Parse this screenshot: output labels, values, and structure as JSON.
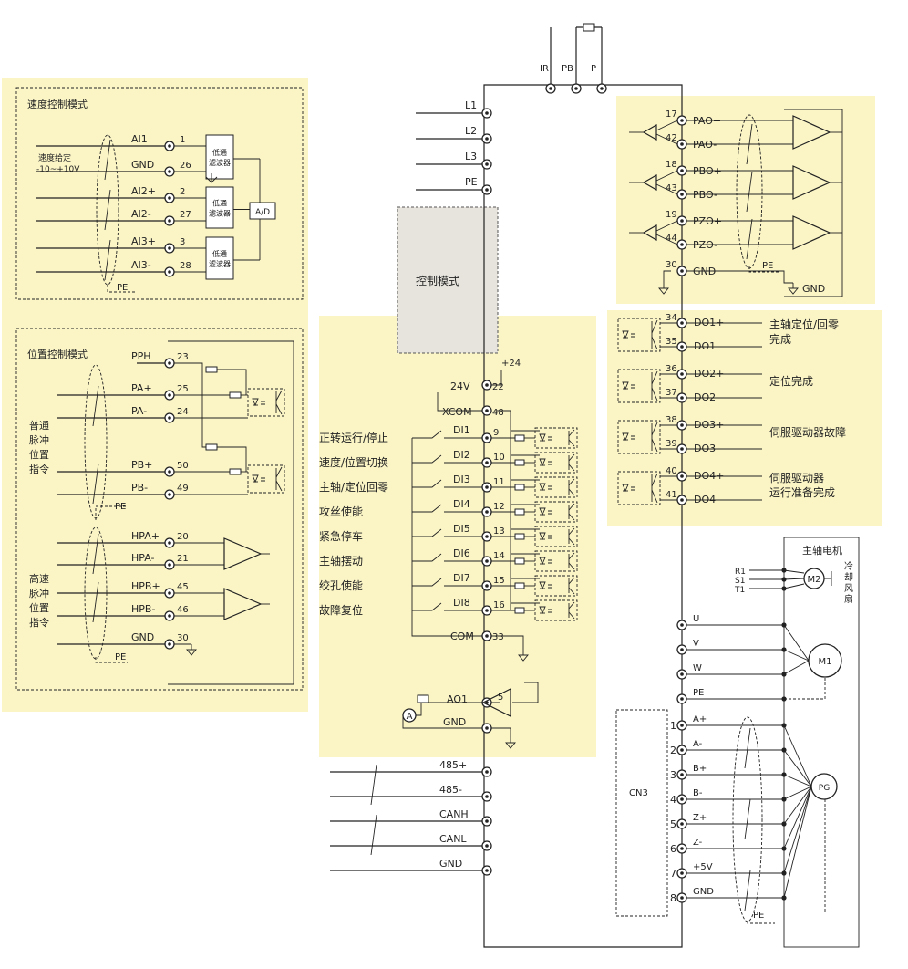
{
  "power": {
    "top_labels": [
      "IR",
      "PB",
      "P"
    ],
    "inputs": [
      "L1",
      "L2",
      "L3",
      "PE"
    ]
  },
  "mode_box": "控制模式",
  "speed_mode": {
    "title": "速度控制模式",
    "setpoint": [
      "速度给定",
      "-10~+10V"
    ],
    "signals": [
      {
        "label": "AI1",
        "pin": "1"
      },
      {
        "label": "GND",
        "pin": "26"
      },
      {
        "label": "AI2+",
        "pin": "2"
      },
      {
        "label": "AI2-",
        "pin": "27"
      },
      {
        "label": "AI3+",
        "pin": "3"
      },
      {
        "label": "AI3-",
        "pin": "28"
      }
    ],
    "filter_line1": "低通",
    "filter_line2": "滤波器",
    "adc": "A/D",
    "pe": "PE"
  },
  "position_mode": {
    "title": "位置控制模式",
    "pulse_cmd": [
      "普通",
      "脉冲",
      "位置",
      "指令"
    ],
    "hs_pulse_cmd": [
      "高速",
      "脉冲",
      "位置",
      "指令"
    ],
    "signals": [
      {
        "label": "PPH",
        "pin": "23"
      },
      {
        "label": "PA+",
        "pin": "25"
      },
      {
        "label": "PA-",
        "pin": "24"
      },
      {
        "label": "PB+",
        "pin": "50"
      },
      {
        "label": "PB-",
        "pin": "49"
      },
      {
        "label": "HPA+",
        "pin": "20"
      },
      {
        "label": "HPA-",
        "pin": "21"
      },
      {
        "label": "HPB+",
        "pin": "45"
      },
      {
        "label": "HPB-",
        "pin": "46"
      },
      {
        "label": "GND",
        "pin": "30"
      }
    ],
    "pe": "PE"
  },
  "digital_inputs": {
    "supply": [
      {
        "label": "24V",
        "pin": "22"
      },
      {
        "label": "XCOM",
        "pin": "48"
      }
    ],
    "plus24": "+24",
    "inputs": [
      {
        "name": "DI1",
        "pin": "9",
        "func": "正转运行/停止"
      },
      {
        "name": "DI2",
        "pin": "10",
        "func": "速度/位置切换"
      },
      {
        "name": "DI3",
        "pin": "11",
        "func": "主轴/定位回零"
      },
      {
        "name": "DI4",
        "pin": "12",
        "func": "攻丝使能"
      },
      {
        "name": "DI5",
        "pin": "13",
        "func": "紧急停车"
      },
      {
        "name": "DI6",
        "pin": "14",
        "func": "主轴摆动"
      },
      {
        "name": "DI7",
        "pin": "15",
        "func": "绞孔使能"
      },
      {
        "name": "DI8",
        "pin": "16",
        "func": "故障复位"
      }
    ],
    "com": {
      "label": "COM",
      "pin": "33"
    }
  },
  "analog_out": {
    "meter": "A",
    "ao1": {
      "label": "AO1",
      "pin": "5"
    },
    "gnd": "GND"
  },
  "comm": [
    "485+",
    "485-",
    "CANH",
    "CANL",
    "GND"
  ],
  "encoder_out": {
    "signals": [
      {
        "label": "PAO+",
        "pin": "17"
      },
      {
        "label": "PAO-",
        "pin": "42"
      },
      {
        "label": "PBO+",
        "pin": "18"
      },
      {
        "label": "PBO-",
        "pin": "43"
      },
      {
        "label": "PZO+",
        "pin": "19"
      },
      {
        "label": "PZO-",
        "pin": "44"
      },
      {
        "label": "GND",
        "pin": "30"
      }
    ],
    "pe": "PE",
    "gnd": "GND"
  },
  "digital_outputs": [
    {
      "plus": "DO1+",
      "pin_plus": "34",
      "minus": "DO1-",
      "pin_minus": "35",
      "func": [
        "主轴定位/回零",
        "完成"
      ]
    },
    {
      "plus": "DO2+",
      "pin_plus": "36",
      "minus": "DO2-",
      "pin_minus": "37",
      "func": [
        "定位完成"
      ]
    },
    {
      "plus": "DO3+",
      "pin_plus": "38",
      "minus": "DO3-",
      "pin_minus": "39",
      "func": [
        "伺服驱动器故障"
      ]
    },
    {
      "plus": "DO4+",
      "pin_plus": "40",
      "minus": "DO4-",
      "pin_minus": "41",
      "func": [
        "伺服驱动器",
        "运行准备完成"
      ]
    }
  ],
  "motor": {
    "title": "主轴电机",
    "fan_inputs": [
      "R1",
      "S1",
      "T1"
    ],
    "fan_motor": "M2",
    "fan_label": [
      "冷",
      "却",
      "风",
      "扇"
    ],
    "main_motor": "M1",
    "outputs": [
      "U",
      "V",
      "W",
      "PE"
    ],
    "connector": "CN3",
    "encoder": "PG",
    "encoder_signals": [
      {
        "pin": "1",
        "label": "A+"
      },
      {
        "pin": "2",
        "label": "A-"
      },
      {
        "pin": "3",
        "label": "B+"
      },
      {
        "pin": "4",
        "label": "B-"
      },
      {
        "pin": "5",
        "label": "Z+"
      },
      {
        "pin": "6",
        "label": "Z-"
      },
      {
        "pin": "7",
        "label": "+5V"
      },
      {
        "pin": "8",
        "label": "GND"
      }
    ],
    "pe": "PE"
  }
}
